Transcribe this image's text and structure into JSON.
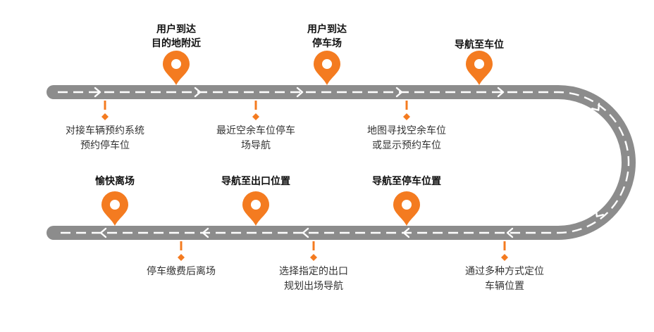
{
  "colors": {
    "road": "#8c8c8c",
    "dash": "#ffffff",
    "accent": "#f47b20",
    "title_text": "#111111",
    "desc_text": "#333333"
  },
  "icons": {
    "stage_marker": "map-pin-icon",
    "direction_marker": "chevron-arrow-icon",
    "connector": "diamond-connector-icon"
  },
  "top_row": [
    {
      "title": [
        "用户到达",
        "目的地附近"
      ],
      "desc": [
        "对接车辆预约系统",
        "预约停车位"
      ]
    },
    {
      "title": [
        "用户到达",
        "停车场"
      ],
      "desc": [
        "最近空余车位停车",
        "场导航"
      ]
    },
    {
      "title": [
        "导航至车位"
      ],
      "desc": [
        "地图寻找空余车位",
        "或显示预约车位"
      ]
    }
  ],
  "bottom_row": [
    {
      "title": [
        "愉快离场"
      ],
      "desc": [
        "停车缴费后离场"
      ]
    },
    {
      "title": [
        "导航至出口位置"
      ],
      "desc": [
        "选择指定的出口",
        "规划出场导航"
      ]
    },
    {
      "title": [
        "导航至停车位置"
      ],
      "desc": [
        "通过多种方式定位",
        "车辆位置"
      ]
    }
  ]
}
